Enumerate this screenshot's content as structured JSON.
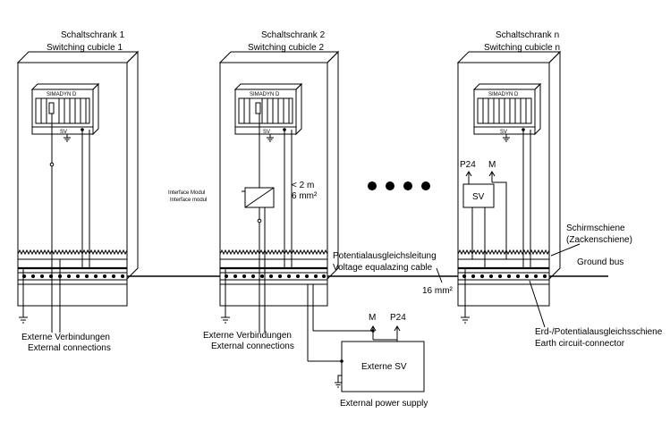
{
  "cabinets": [
    {
      "title_de": "Schaltschrank 1",
      "title_en": "Switching cubicle 1",
      "device": "SIMADYN D",
      "sv": "SV"
    },
    {
      "title_de": "Schaltschrank 2",
      "title_en": "Switching cubicle 2",
      "device": "SIMADYN D",
      "sv": "SV"
    },
    {
      "title_de": "Schaltschrank n",
      "title_en": "Switching cubicle n",
      "device": "SIMADYN D",
      "sv": "SV"
    }
  ],
  "interface": {
    "line1": "Interface Modul",
    "line2": "Interface modul"
  },
  "spec": {
    "length": "< 2 m",
    "cross_section": "6 mm²"
  },
  "psu_n": {
    "p24": "P24",
    "m": "M",
    "sv": "SV"
  },
  "shield": {
    "de": "Schirmschiene",
    "paren": "(Zackenschiene)"
  },
  "ground_bus": "Ground bus",
  "equalizing": {
    "de": "Potentialausgleichsleitung",
    "en": "Voltage equalazing cable",
    "cross_section": "16 mm²"
  },
  "earth": {
    "de": "Erd-/Potentialausgleichsschiene",
    "en": "Earth circuit-connector"
  },
  "external_1": {
    "de": "Externe Verbindungen",
    "en": "External connections"
  },
  "external_2": {
    "de": "Externe Verbindungen",
    "en": "External connections"
  },
  "external_psu": {
    "m": "M",
    "p24": "P24",
    "box": "Externe SV",
    "en": "External power supply"
  }
}
